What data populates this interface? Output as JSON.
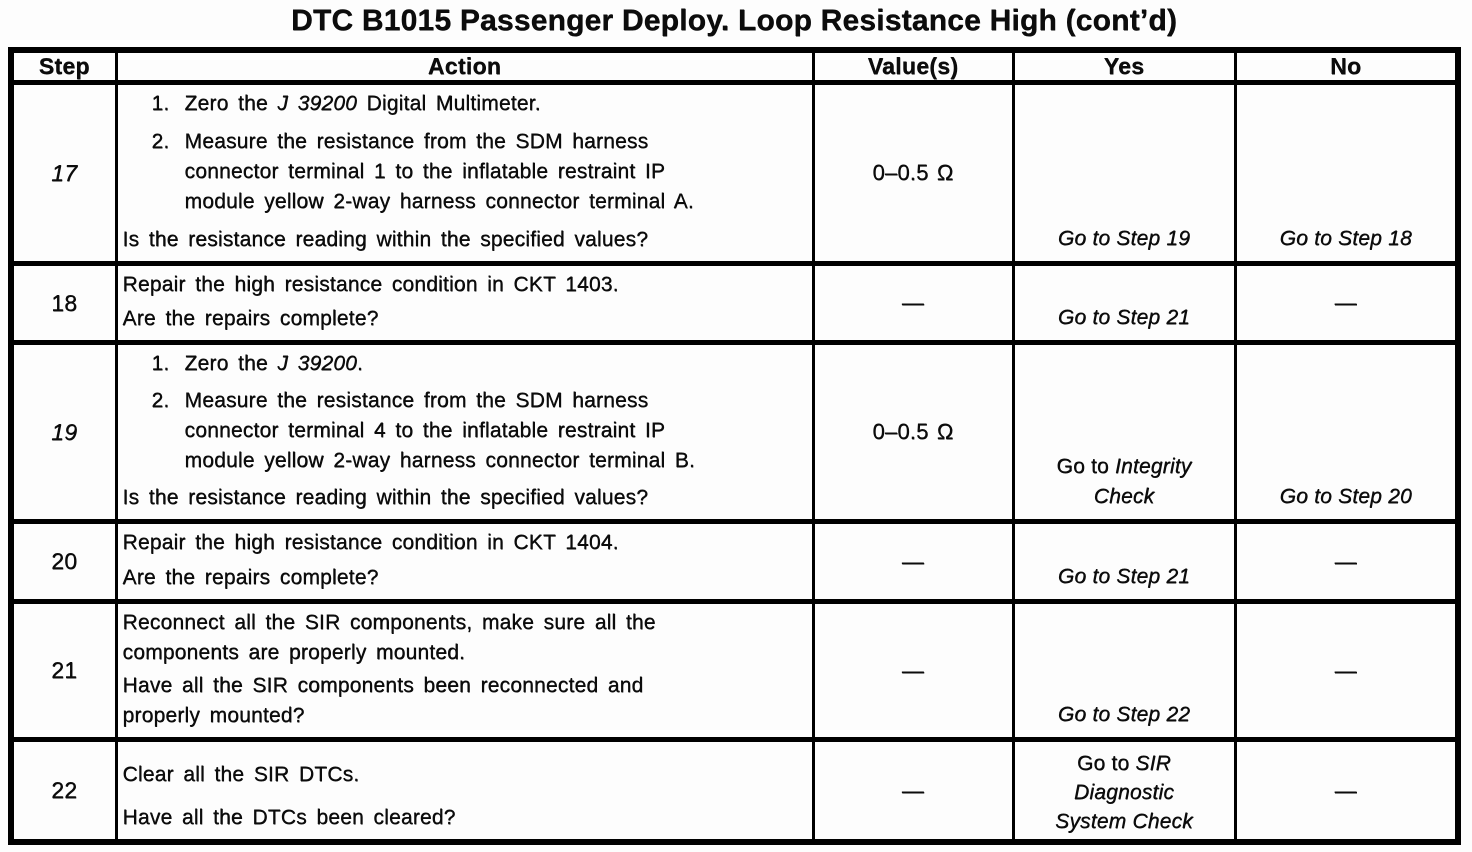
{
  "page_title": "DTC B1015 Passenger Deploy. Loop Resistance High (cont’d)",
  "table": {
    "columns": [
      "Step",
      "Action",
      "Value(s)",
      "Yes",
      "No"
    ],
    "rows": [
      {
        "step": {
          "text": "17",
          "italic": true
        },
        "action": {
          "blocks": [
            {
              "type": "item",
              "marker": "1.",
              "lines": [
                [
                  {
                    "t": "Zero the "
                  },
                  {
                    "t": "J 39200",
                    "i": true
                  },
                  {
                    "t": " Digital Multimeter."
                  }
                ]
              ]
            },
            {
              "type": "item",
              "marker": "2.",
              "lines": [
                [
                  {
                    "t": "Measure the resistance from the SDM harness"
                  }
                ],
                [
                  {
                    "t": "connector terminal 1 to the inflatable restraint IP"
                  }
                ],
                [
                  {
                    "t": "module yellow 2-way harness connector terminal A."
                  }
                ]
              ]
            },
            {
              "type": "question",
              "lines": [
                [
                  {
                    "t": "Is the resistance reading within the specified values?"
                  }
                ]
              ]
            }
          ]
        },
        "value": "0–0.5 Ω",
        "yes": {
          "lines": [
            [
              {
                "t": "Go to Step 19",
                "i": true
              }
            ]
          ]
        },
        "no": {
          "lines": [
            [
              {
                "t": "Go to Step 18",
                "i": true
              }
            ]
          ]
        }
      },
      {
        "step": {
          "text": "18",
          "italic": false
        },
        "action": {
          "blocks": [
            {
              "type": "para",
              "lines": [
                [
                  {
                    "t": "Repair the high resistance condition in CKT 1403."
                  }
                ]
              ]
            },
            {
              "type": "question",
              "lines": [
                [
                  {
                    "t": "Are the repairs complete?"
                  }
                ]
              ]
            }
          ]
        },
        "value": "—",
        "yes": {
          "lines": [
            [
              {
                "t": "Go to Step 21",
                "i": true
              }
            ]
          ]
        },
        "no": {
          "dash": "—"
        }
      },
      {
        "step": {
          "text": "19",
          "italic": true
        },
        "action": {
          "blocks": [
            {
              "type": "item",
              "marker": "1.",
              "lines": [
                [
                  {
                    "t": "Zero the "
                  },
                  {
                    "t": "J 39200",
                    "i": true
                  },
                  {
                    "t": "."
                  }
                ]
              ]
            },
            {
              "type": "item",
              "marker": "2.",
              "lines": [
                [
                  {
                    "t": "Measure the resistance from the SDM harness"
                  }
                ],
                [
                  {
                    "t": "connector terminal 4 to the inflatable restraint IP"
                  }
                ],
                [
                  {
                    "t": "module yellow 2-way harness connector terminal B."
                  }
                ]
              ]
            },
            {
              "type": "question",
              "lines": [
                [
                  {
                    "t": "Is the resistance reading within the specified values?"
                  }
                ]
              ]
            }
          ]
        },
        "value": "0–0.5 Ω",
        "yes": {
          "lines": [
            [
              {
                "t": "Go to "
              },
              {
                "t": "Integrity",
                "i": true
              }
            ],
            [
              {
                "t": "Check",
                "i": true
              }
            ]
          ]
        },
        "no": {
          "lines": [
            [
              {
                "t": "Go to Step 20",
                "i": true
              }
            ]
          ]
        }
      },
      {
        "step": {
          "text": "20",
          "italic": false
        },
        "action": {
          "blocks": [
            {
              "type": "para",
              "lines": [
                [
                  {
                    "t": "Repair the high resistance condition in CKT 1404."
                  }
                ]
              ]
            },
            {
              "type": "question",
              "lines": [
                [
                  {
                    "t": "Are the repairs complete?"
                  }
                ]
              ]
            }
          ]
        },
        "value": "—",
        "yes": {
          "lines": [
            [
              {
                "t": "Go to Step 21",
                "i": true
              }
            ]
          ]
        },
        "no": {
          "dash": "—"
        }
      },
      {
        "step": {
          "text": "21",
          "italic": false
        },
        "action": {
          "blocks": [
            {
              "type": "para",
              "lines": [
                [
                  {
                    "t": "Reconnect all the SIR components, make sure all the"
                  }
                ],
                [
                  {
                    "t": "components are properly mounted."
                  }
                ]
              ]
            },
            {
              "type": "question",
              "lines": [
                [
                  {
                    "t": "Have all the SIR components been reconnected and"
                  }
                ],
                [
                  {
                    "t": "properly mounted?"
                  }
                ]
              ]
            }
          ]
        },
        "value": "—",
        "yes": {
          "lines": [
            [
              {
                "t": "Go to Step 22",
                "i": true
              }
            ]
          ]
        },
        "no": {
          "dash": "—"
        }
      },
      {
        "step": {
          "text": "22",
          "italic": false
        },
        "action": {
          "blocks": [
            {
              "type": "para",
              "lines": [
                [
                  {
                    "t": "Clear all the SIR DTCs."
                  }
                ]
              ]
            },
            {
              "type": "question",
              "lines": [
                [
                  {
                    "t": "Have all the DTCs been cleared?"
                  }
                ]
              ]
            }
          ]
        },
        "value": "—",
        "yes": {
          "lines": [
            [
              {
                "t": "Go to "
              },
              {
                "t": "SIR",
                "i": true
              }
            ],
            [
              {
                "t": "Diagnostic",
                "i": true
              }
            ],
            [
              {
                "t": "System Check",
                "i": true
              }
            ]
          ]
        },
        "no": {
          "dash": "—"
        }
      }
    ]
  }
}
